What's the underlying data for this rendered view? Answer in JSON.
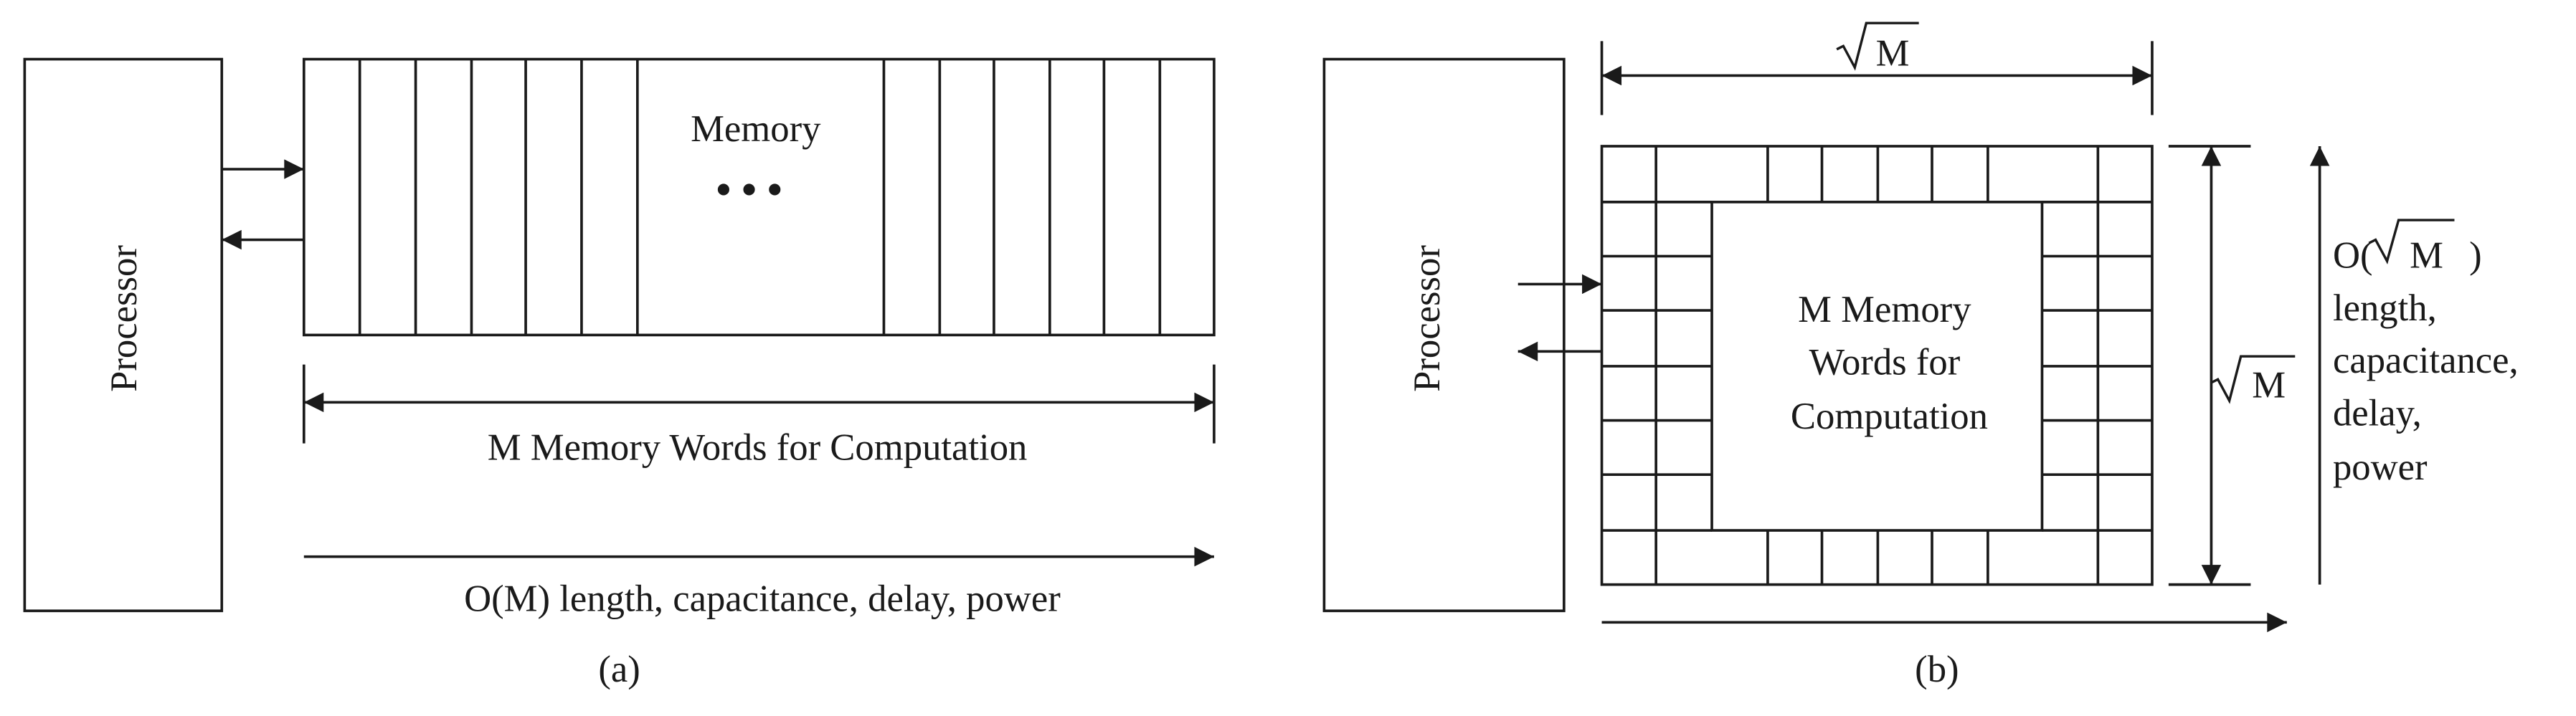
{
  "panel_a": {
    "processor_label": "Processor",
    "memory_label": "Memory",
    "ellipsis": "• • •",
    "dimension_label": "M Memory Words for Computation",
    "scaling_label": "O(M) length, capacitance, delay, power",
    "caption": "(a)"
  },
  "panel_b": {
    "processor_label": "Processor",
    "top_dimension": "M",
    "side_dimension": "M",
    "center_lines": [
      "M Memory",
      "Words for",
      "Computation"
    ],
    "scaling_prefix": "O(",
    "scaling_radicand": "M",
    "scaling_suffix": ")",
    "scaling_lines": [
      "length,",
      "capacitance,",
      "delay,",
      "power"
    ],
    "caption": "(b)"
  }
}
